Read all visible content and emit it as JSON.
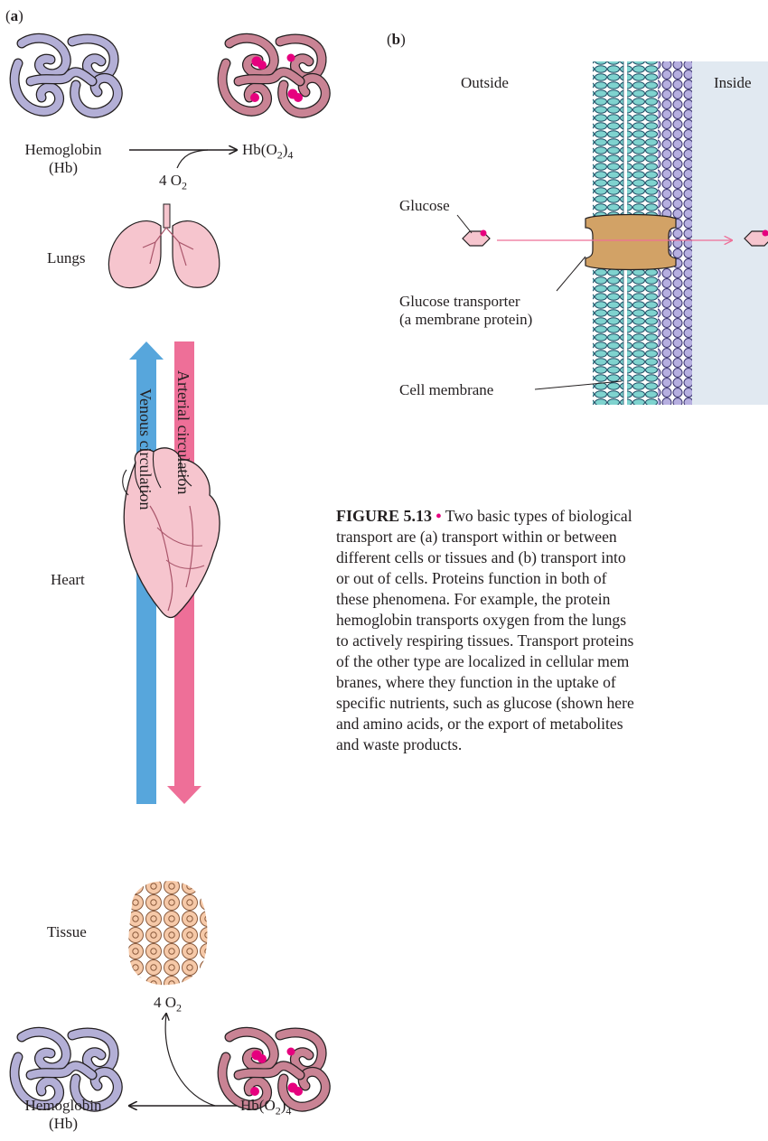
{
  "panel_a": {
    "panel_label": "a",
    "top": {
      "hb_label": "Hemoglobin",
      "hb_abbrev": "(Hb)",
      "oxy_label": "Hb(O",
      "oxy_sub_2": "2",
      "oxy_close": ")",
      "oxy_sub_4": "4",
      "o2_label": "4 O",
      "o2_sub": "2"
    },
    "lungs_label": "Lungs",
    "venous_label": "Venous circulation",
    "arterial_label": "Arterial circulation",
    "heart_label": "Heart",
    "tissue_label": "Tissue",
    "bottom": {
      "hb_label": "Hemoglobin",
      "hb_abbrev": "(Hb)",
      "oxy_label": "Hb(O",
      "oxy_sub_2": "2",
      "oxy_close": ")",
      "oxy_sub_4": "4",
      "o2_label": "4 O",
      "o2_sub": "2"
    }
  },
  "panel_b": {
    "panel_label": "b",
    "outside_label": "Outside",
    "inside_label": "Inside",
    "glucose_label": "Glucose",
    "transporter_label_1": "Glucose transporter",
    "transporter_label_2": "(a membrane protein)",
    "membrane_label": "Cell membrane"
  },
  "caption": {
    "figure_number": "FIGURE 5.13",
    "bullet": "•",
    "lines": [
      "Two basic types of biological",
      "transport are (a) transport within or between",
      "different cells or tissues and (b) transport into",
      "or out of cells. Proteins function in both of",
      "these phenomena. For example, the protein",
      "hemoglobin transports oxygen from the lungs",
      "to actively respiring tissues. Transport proteins",
      "of the other type are localized in cellular mem",
      "branes, where they function in the uptake of",
      "specific nutrients, such as glucose (shown here",
      "and amino acids, or the export of metabolites",
      "and waste products."
    ]
  },
  "colors": {
    "hemoglobin_deoxy": "#b3afd6",
    "hemoglobin_oxy": "#c98394",
    "oxygen_dot": "#e6007e",
    "venous": "#57a6dc",
    "arterial": "#ee6f98",
    "organ_pink": "#f6c5ce",
    "tissue_cell": "#f6c9a8",
    "membrane_teal": "#7fd3cf",
    "membrane_purple": "#b6afe0",
    "inside_bg": "#e1e9f1",
    "transporter": "#d2a266",
    "glucose_arrow": "#ee6f98"
  }
}
